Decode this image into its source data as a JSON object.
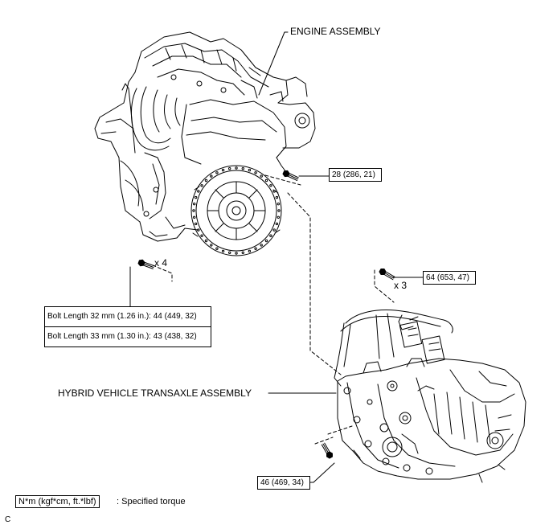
{
  "labels": {
    "engine_assembly": "ENGINE ASSEMBLY",
    "transaxle_assembly": "HYBRID VEHICLE TRANSAXLE ASSEMBLY",
    "qty_x4": "x 4",
    "qty_x3": "x 3",
    "figure_code": "C"
  },
  "torque_callouts": {
    "upper_engine_bolt": "28 (286, 21)",
    "right_transaxle_bolt": "64 (653, 47)",
    "lower_transaxle_bolt": "46 (469, 34)"
  },
  "bolt_table": {
    "rows": [
      "Bolt Length 32 mm (1.26 in.): 44 (449, 32)",
      "Bolt Length 33 mm (1.30 in.): 43 (438, 32)"
    ]
  },
  "legend": {
    "unit_box": "N*m (kgf*cm, ft.*lbf)",
    "description": ": Specified torque"
  },
  "icons": {
    "bolt": "bolt-icon",
    "engine": "engine-drawing",
    "transaxle": "transaxle-drawing"
  }
}
